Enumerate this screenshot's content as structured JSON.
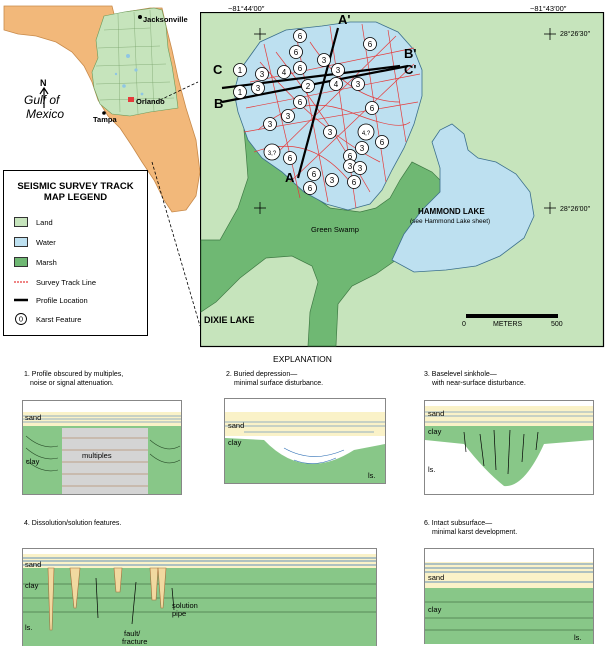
{
  "florida": {
    "city_jacksonville": "Jacksonville",
    "city_orlando": "Orlando",
    "city_tampa": "Tampa",
    "north_label": "N",
    "gulf_label_1": "Gulf of",
    "gulf_label_2": "Mexico"
  },
  "legend": {
    "title_line1": "SEISMIC SURVEY TRACK",
    "title_line2": "MAP LEGEND",
    "items": [
      {
        "label": "Land",
        "color": "#c6e4bc"
      },
      {
        "label": "Water",
        "color": "#bde0f0"
      },
      {
        "label": "Marsh",
        "color": "#6fb873"
      },
      {
        "label": "Survey Track Line",
        "color": "#e53b3b"
      },
      {
        "label": "Profile Location",
        "color": "#000000"
      },
      {
        "label": "Karst Feature",
        "symbol": "0"
      }
    ]
  },
  "map": {
    "lon_left": "−81°44′00″",
    "lon_right": "−81°43′00″",
    "lat_top": "28°26′30″",
    "lat_bottom": "28°26′00″",
    "hammond_lake_1": "HAMMOND LAKE",
    "hammond_lake_2": "(see Hammond Lake sheet)",
    "green_swamp": "Green Swamp",
    "dixie_lake": "DIXIE LAKE",
    "scale_zero": "0",
    "scale_units": "METERS",
    "scale_max": "500",
    "profile_labels": {
      "a": "A",
      "a_prime": "A'",
      "b": "B",
      "b_prime": "B'",
      "c": "C",
      "c_prime": "C'"
    },
    "karst_features": [
      "6",
      "6",
      "6",
      "1",
      "3",
      "4",
      "6",
      "3",
      "3",
      "1",
      "3",
      "2",
      "4",
      "3",
      "6",
      "3",
      "3",
      "6",
      "3",
      "3",
      "4,?",
      "3,?",
      "6",
      "6",
      "3",
      "6",
      "3",
      "6",
      "6",
      "6",
      "3"
    ]
  },
  "explanation": {
    "title": "EXPLANATION",
    "panel1": {
      "caption_1": "1. Profile obscured by multiples,",
      "caption_2": "noise or signal attenuation.",
      "sand": "sand",
      "clay": "clay",
      "multiples": "multiples"
    },
    "panel2": {
      "caption_1": "2. Buried depression—",
      "caption_2": "minimal surface disturbance.",
      "sand": "sand",
      "clay": "clay",
      "ls": "ls."
    },
    "panel3": {
      "caption_1": "3. Baselevel sinkhole—",
      "caption_2": "with near-surface disturbance.",
      "sand": "sand",
      "clay": "clay",
      "ls": "ls."
    },
    "panel4": {
      "caption_1": "4. Dissolution/solution features.",
      "sand": "sand",
      "clay": "clay",
      "ls": "ls.",
      "fault_1": "fault/",
      "fault_2": "fracture",
      "pipe_1": "solution",
      "pipe_2": "pipe"
    },
    "panel6": {
      "caption_1": "6. Intact subsurface—",
      "caption_2": "minimal karst development.",
      "sand": "sand",
      "clay": "clay",
      "ls": "ls."
    }
  }
}
